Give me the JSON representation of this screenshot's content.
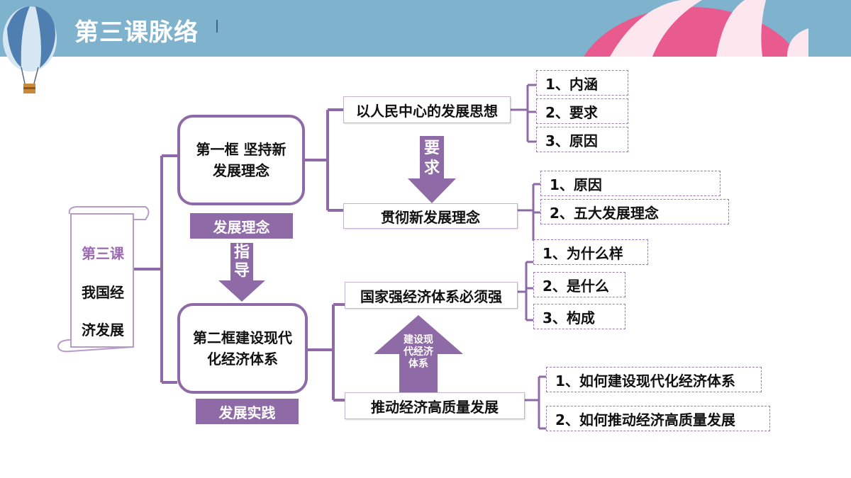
{
  "header": {
    "title": "第三课脉络"
  },
  "root": {
    "line1": "第三课",
    "line2": "我国经",
    "line3": "济发展"
  },
  "frame1": {
    "title": "第一框 坚持新发展理念",
    "tag": "发展理念"
  },
  "frame2": {
    "title": "第二框建设现代化经济体系",
    "tag": "发展实践"
  },
  "arrows": {
    "guide": "指导",
    "require": "要求",
    "build": "建设现代经济体系"
  },
  "topics": {
    "t1": "以人民中心的发展思想",
    "t2": "贯彻新发展理念",
    "t3": "国家强经济体系必须强",
    "t4": "推动经济高质量发展"
  },
  "leaves": {
    "t1": [
      "1、内涵",
      "2、要求",
      "3、原因"
    ],
    "t2": [
      "1、原因",
      "2、五大发展理念"
    ],
    "t3": [
      "1、为什么样",
      "2、是什么",
      "3、构成"
    ],
    "t4": [
      "1、如何建设现代化经济体系",
      "2、如何推动经济高质量发展"
    ]
  },
  "colors": {
    "purple": "#8e6aa6",
    "header_blue": "#7fb2cd",
    "root_text": "#9a6bb0"
  }
}
